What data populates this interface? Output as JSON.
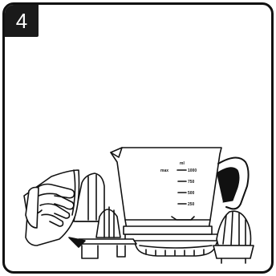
{
  "step": {
    "number": "4"
  },
  "jug_scale": {
    "unit": "ml",
    "top_label": "max",
    "marks": [
      "1000",
      "750",
      "500",
      "250"
    ]
  }
}
